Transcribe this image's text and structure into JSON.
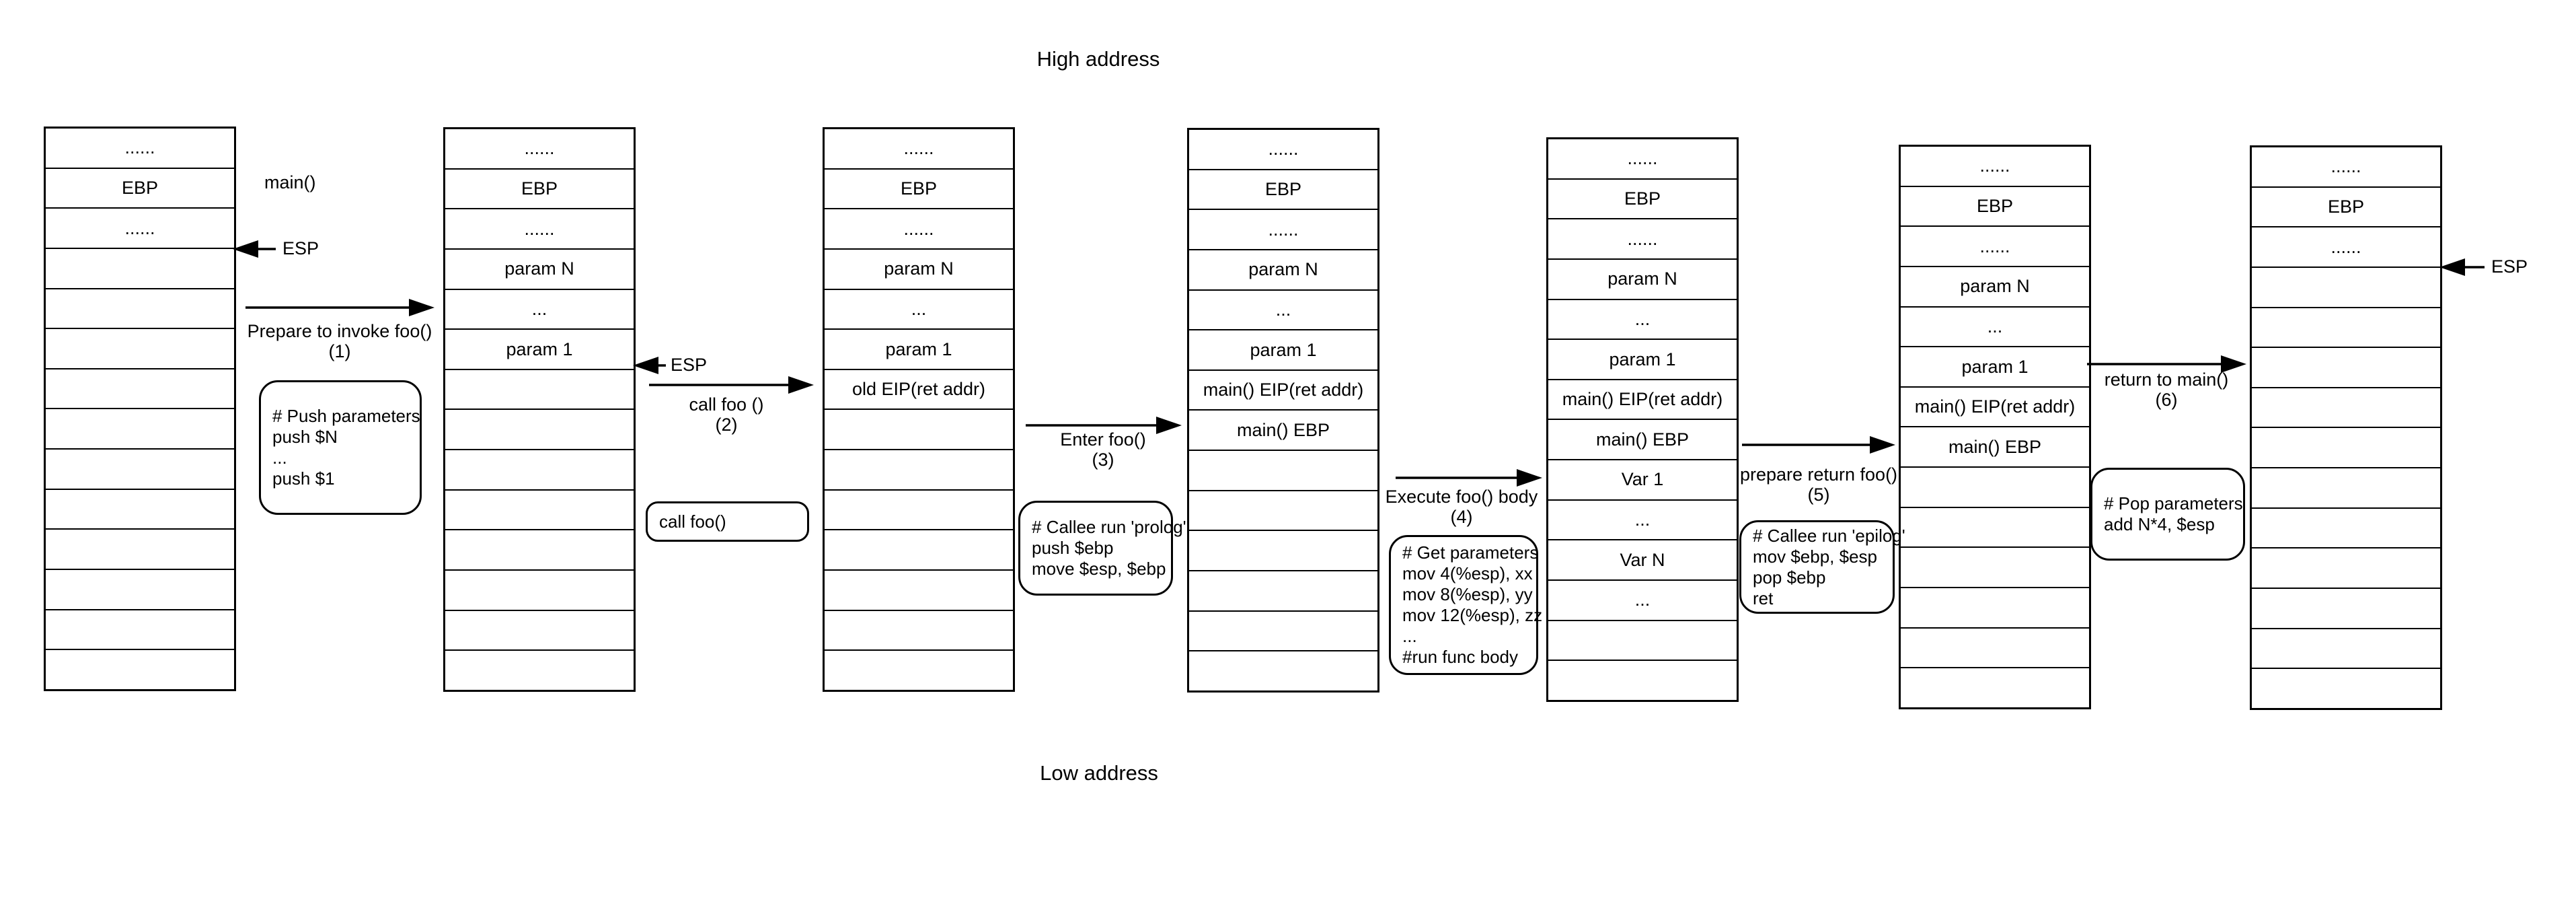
{
  "titles": {
    "top": "High address",
    "bottom": "Low address"
  },
  "labels": {
    "main_fn": "main()",
    "esp": "ESP"
  },
  "steps": [
    {
      "label": "Prepare to invoke foo()",
      "number": "(1)"
    },
    {
      "label": "call foo ()",
      "number": "(2)"
    },
    {
      "label": "Enter foo()",
      "number": "(3)"
    },
    {
      "label": "Execute foo() body",
      "number": "(4)"
    },
    {
      "label": "prepare return foo()",
      "number": "(5)"
    },
    {
      "label": "return to main()",
      "number": "(6)"
    }
  ],
  "stacks": [
    {
      "cells": [
        "......",
        "EBP",
        "......",
        "",
        "",
        "",
        "",
        "",
        "",
        "",
        "",
        "",
        "",
        ""
      ]
    },
    {
      "cells": [
        "......",
        "EBP",
        "......",
        "param N",
        "...",
        "param 1",
        "",
        "",
        "",
        "",
        "",
        "",
        "",
        ""
      ]
    },
    {
      "cells": [
        "......",
        "EBP",
        "......",
        "param N",
        "...",
        "param 1",
        "old EIP(ret addr)",
        "",
        "",
        "",
        "",
        "",
        "",
        ""
      ]
    },
    {
      "cells": [
        "......",
        "EBP",
        "......",
        "param N",
        "...",
        "param 1",
        "main() EIP(ret addr)",
        "main() EBP",
        "",
        "",
        "",
        "",
        "",
        ""
      ]
    },
    {
      "cells": [
        "......",
        "EBP",
        "......",
        "param N",
        "...",
        "param 1",
        "main() EIP(ret addr)",
        "main() EBP",
        "Var 1",
        "...",
        "Var N",
        "...",
        "",
        ""
      ]
    },
    {
      "cells": [
        "......",
        "EBP",
        "......",
        "param N",
        "...",
        "param 1",
        "main() EIP(ret addr)",
        "main() EBP",
        "",
        "",
        "",
        "",
        "",
        ""
      ]
    },
    {
      "cells": [
        "......",
        "EBP",
        "......",
        "",
        "",
        "",
        "",
        "",
        "",
        "",
        "",
        "",
        "",
        ""
      ]
    }
  ],
  "code_boxes": [
    {
      "lines": [
        "# Push parameters",
        "push $N",
        "...",
        "push $1"
      ]
    },
    {
      "lines": [
        "call foo()"
      ]
    },
    {
      "lines": [
        "# Callee run 'prolog'",
        "push $ebp",
        "move $esp, $ebp"
      ]
    },
    {
      "lines": [
        "# Get parameters",
        "mov 4(%esp), xx",
        "mov 8(%esp), yy",
        "mov 12(%esp), zz",
        "...",
        "#run func body"
      ]
    },
    {
      "lines": [
        "# Callee run 'epilog'",
        "mov $ebp, $esp",
        "pop $ebp",
        "ret"
      ]
    },
    {
      "lines": [
        "# Pop parameters",
        "add N*4, $esp"
      ]
    }
  ]
}
